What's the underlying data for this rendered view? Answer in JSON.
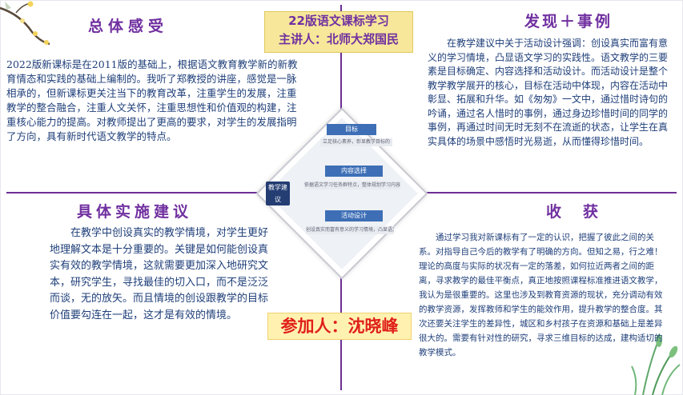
{
  "plaque": {
    "line1": "22版语文课标学习",
    "line2": "主讲人：北师大郑国民"
  },
  "sections": {
    "overall": {
      "title": "总体感受",
      "body": "2022版新课标是在2011版的基础上，根据语文教育教学新的新教育情态和实践的基础上编制的。我听了郑教授的讲座，感觉是一脉相承的，但新课标更关注当下的教育改革，注重学生的发展，注重教学的整合融合，注重人文关怀，注重思想性和价值观的构建，注重核心能力的提高。对教师提出了更高的要求，对学生的发展指明了方向，具有新时代语文教学的特点。"
    },
    "discovery": {
      "title": "发现＋事例",
      "body": "在教学建议中关于活动设计强调：创设真实而富有意义的学习情境，凸显语文学习的实践性。语文教学的三要素是目标确定、内容选择和活动设计。而活动设计是整个教学教学展开的核心，目标在活动中体现，内容在活动中彰显、拓展和升华。如《匆匆》一文中，通过惜时诗句的吟诵，通过名人惜时的事例，通过身边珍惜时间的同学的事例，再通过时间无时无刻不在流逝的状态，让学生在真实具体的场景中感悟时光易逝，从而懂得珍惜时间。"
    },
    "suggestions": {
      "title": "具体实施建议",
      "body": "在教学中创设真实的教学情境，对学生更好地理解文本是十分重要的。关键是如何能创设真实有效的教学情境，这就需要更加深入地研究文本，研究学生，寻找最佳的切入口，而不是泛泛而谈，无的放矢。而且情境的创设跟教学的目标价值要勾连在一起，这才是有效的情境。"
    },
    "harvest": {
      "title": "收　获",
      "body": "通过学习我对新课标有了一定的认识，把握了彼此之间的关系。对指导自己今后的教学有了明确的方向。但知之易，行之难！理论的高度与实际的状况有一定的落差，如何拉近两者之间的距离，寻求教学的最佳平衡点，真正地按照课程标准推进语文教学，我认为是很重要的。这里也涉及到教育资源的现状，充分调动有效的教学资源，发挥教师和学生的能效作用，提升教学的整合度。其次还要关注学生的差异性，城区和乡村孩子在资源和基础上是差异很大的。需要有针对性的研究，寻求三维目标的达成，建构适切的教学模式。"
    }
  },
  "diagram": {
    "side_label": "教学建议",
    "boxes": [
      "目标",
      "内容选择",
      "活动设计"
    ],
    "box_lines": [
      "立足核心素养，彰显教学目标的",
      "依据语文学习任务群特点，整体规划学习内容",
      "创设真实而富有意义的学习情境，凸显语文学习的实践性"
    ]
  },
  "participant": "参加人：沈晓峰"
}
